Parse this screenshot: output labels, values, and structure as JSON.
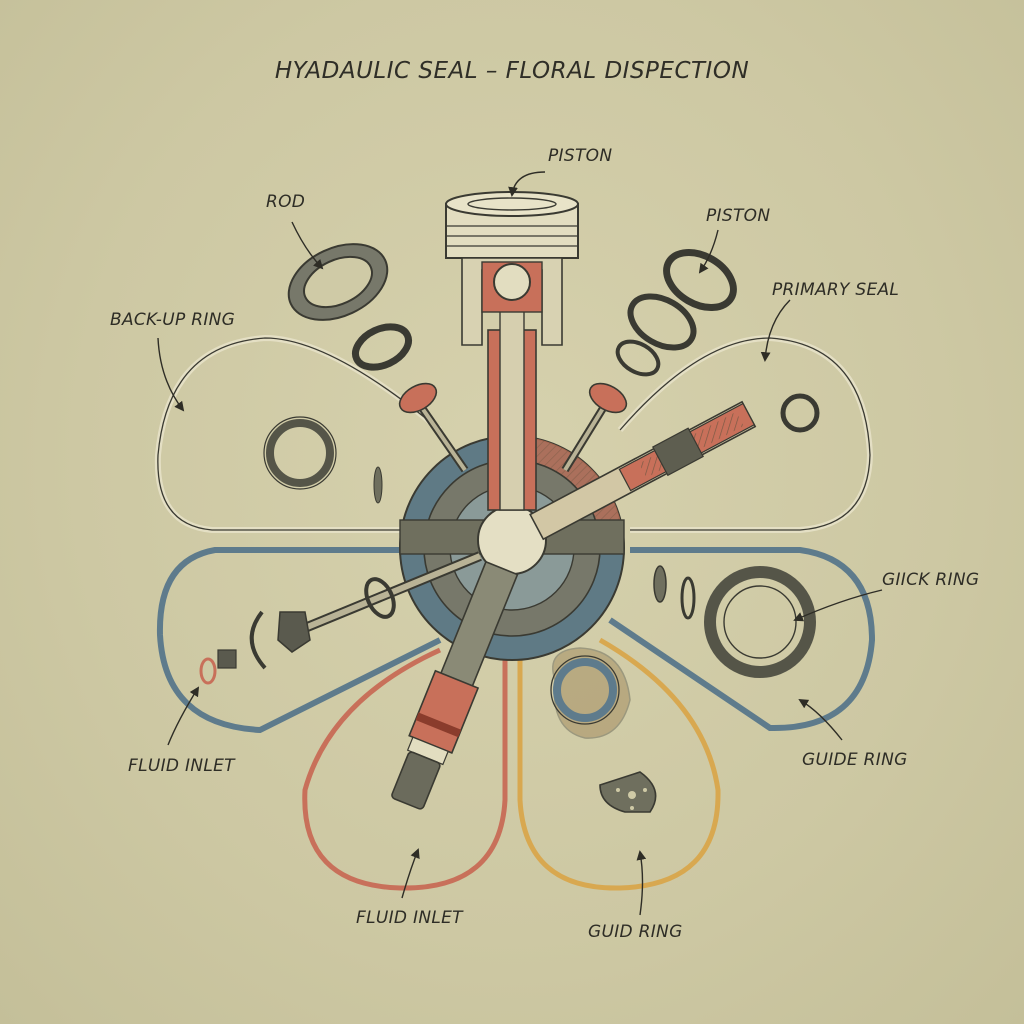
{
  "title": "HYADAULIC SEAL – FLORAL DISPECTION",
  "labels": {
    "piston_top": "PISTON",
    "rod": "ROD",
    "piston_right": "PISTON",
    "primary_seal": "PRIMARY SEAL",
    "back_up_ring": "BACK-UP RING",
    "giick_ring": "GIICK RING",
    "fluid_inlet_left": "FLUID INLET",
    "guide_ring": "GUIDE RING",
    "fluid_inlet_bottom": "FLUID INLET",
    "guid_ring": "GUID RING"
  },
  "colors": {
    "paper": "#cfcaa6",
    "ink": "#3a3a32",
    "steel_blue": "#5e7b8c",
    "terracotta": "#c8705a",
    "mustard": "#d8a850",
    "olive_gray": "#6f6f5e",
    "cream": "#e2ddc0"
  }
}
